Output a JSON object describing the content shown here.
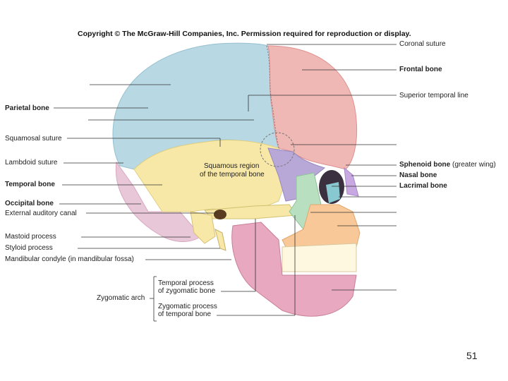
{
  "copyright": "Copyright © The McGraw-Hill Companies, Inc. Permission required for reproduction or display.",
  "labels_left": {
    "parietal_bone": "Parietal bone",
    "squamosal_suture": "Squamosal suture",
    "lambdoid_suture": "Lambdoid suture",
    "temporal_bone": "Temporal bone",
    "occipital_bone": "Occipital bone",
    "external_auditory_canal": "External auditory canal",
    "mastoid_process": "Mastoid process",
    "styloid_process": "Styloid process",
    "mandibular_condyle": "Mandibular condyle (in mandibular fossa)"
  },
  "labels_right": {
    "coronal_suture": "Coronal suture",
    "frontal_bone": "Frontal bone",
    "superior_temporal_line": "Superior temporal line",
    "sphenoid_bone": "Sphenoid bone",
    "sphenoid_note": "(greater wing)",
    "nasal_bone": "Nasal bone",
    "lacrimal_bone": "Lacrimal bone"
  },
  "labels_inner": {
    "squamous_line1": "Squamous region",
    "squamous_line2": "of the temporal bone"
  },
  "labels_bottom": {
    "zygomatic_arch": "Zygomatic arch",
    "temporal_process_line1": "Temporal process",
    "temporal_process_line2": "of zygomatic bone",
    "zygomatic_process_line1": "Zygomatic process",
    "zygomatic_process_line2": "of temporal bone"
  },
  "slide_number": "51",
  "colors": {
    "parietal": "#b8d8e4",
    "frontal": "#f0b8b4",
    "temporal": "#f8e8a8",
    "occipital": "#e8c8d8",
    "sphenoid": "#b8a8d8",
    "zygomatic": "#b8e0c0",
    "maxilla": "#f8c898",
    "mandible": "#e8a8c0",
    "teeth": "#fff8e0",
    "nasal": "#c8a8e0",
    "lacrimal": "#88c8d0"
  }
}
